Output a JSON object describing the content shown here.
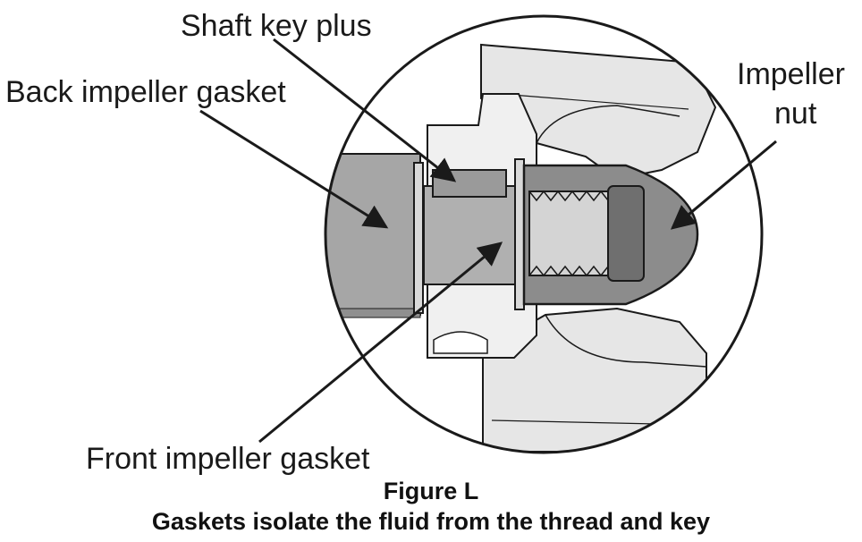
{
  "labels": {
    "shaft_key": "Shaft key plus",
    "back_gasket": "Back impeller gasket",
    "impeller_nut_line1": "Impeller",
    "impeller_nut_line2": "nut",
    "front_gasket": "Front impeller gasket"
  },
  "caption": {
    "figure": "Figure L",
    "text": "Gaskets isolate the fluid from the thread and key"
  },
  "colors": {
    "outline": "#1a1a1a",
    "shaft": "#a6a6a6",
    "housing": "#e8e8e8",
    "nut": "#8c8c8c",
    "thread": "#d4d4d4"
  }
}
